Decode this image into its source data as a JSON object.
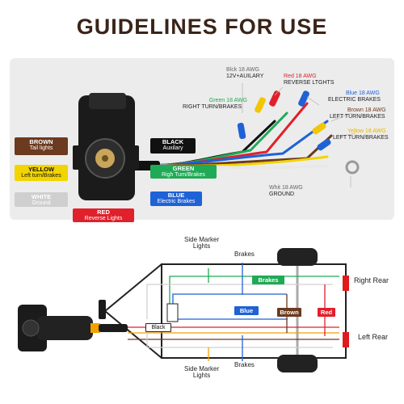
{
  "title": "GUIDELINES FOR USE",
  "colors": {
    "brown": "#6b3a1f",
    "yellow": "#f2d400",
    "white": "#d8d8d8",
    "red": "#e0202a",
    "black": "#111111",
    "green": "#1faa55",
    "blue": "#1e62d6",
    "title": "#3a2418",
    "lamp": "#e01b1b"
  },
  "connector_labels": {
    "brown": {
      "line1": "BROWN",
      "line2": "Tail lights"
    },
    "yellow": {
      "line1": "YELLOW",
      "line2": "Left turn/Brakes"
    },
    "white": {
      "line1": "WHITE",
      "line2": "Ground"
    },
    "red": {
      "line1": "RED",
      "line2": "Reverse Lights"
    },
    "black": {
      "line1": "BLACK",
      "line2": "Auxilary"
    },
    "green": {
      "line1": "GREEN",
      "line2": "Righ Turn/Brakes"
    },
    "blue": {
      "line1": "BLUE",
      "line2": "Electric Brakes"
    }
  },
  "wires": {
    "black": {
      "gauge": "Blck 18 AWG",
      "function": "12V+AUILARY"
    },
    "red": {
      "gauge": "Red 18 AWG",
      "function": "REVERSE LTGHTS"
    },
    "green": {
      "gauge": "Green 18 AWG",
      "function": "RIGHT TURN/BRAKES"
    },
    "blue": {
      "gauge": "Blue 18 AWG",
      "function": "ELECTRIC BRAKES"
    },
    "brown": {
      "gauge": "Brown 18 AWG",
      "function": "LEFT TURN/BRAKES"
    },
    "yellow": {
      "gauge": "Yellow 18 AWG",
      "function": "LEFT TURN/BRAKES"
    },
    "white": {
      "gauge": "Whit 18 AWG",
      "function": "GROUND"
    }
  },
  "trailer": {
    "side_marker_top": "Side Marker\nLights",
    "brakes_top": "Brakes",
    "brakes_bar": "Brakes",
    "right_rear": "Right Rear",
    "left_rear": "Left Rear",
    "blue": "Blue",
    "brown": "Brown",
    "red": "Red",
    "black": "Black",
    "side_marker_bottom": "Side Marker\nLights",
    "brakes_bottom": "Brakes"
  }
}
